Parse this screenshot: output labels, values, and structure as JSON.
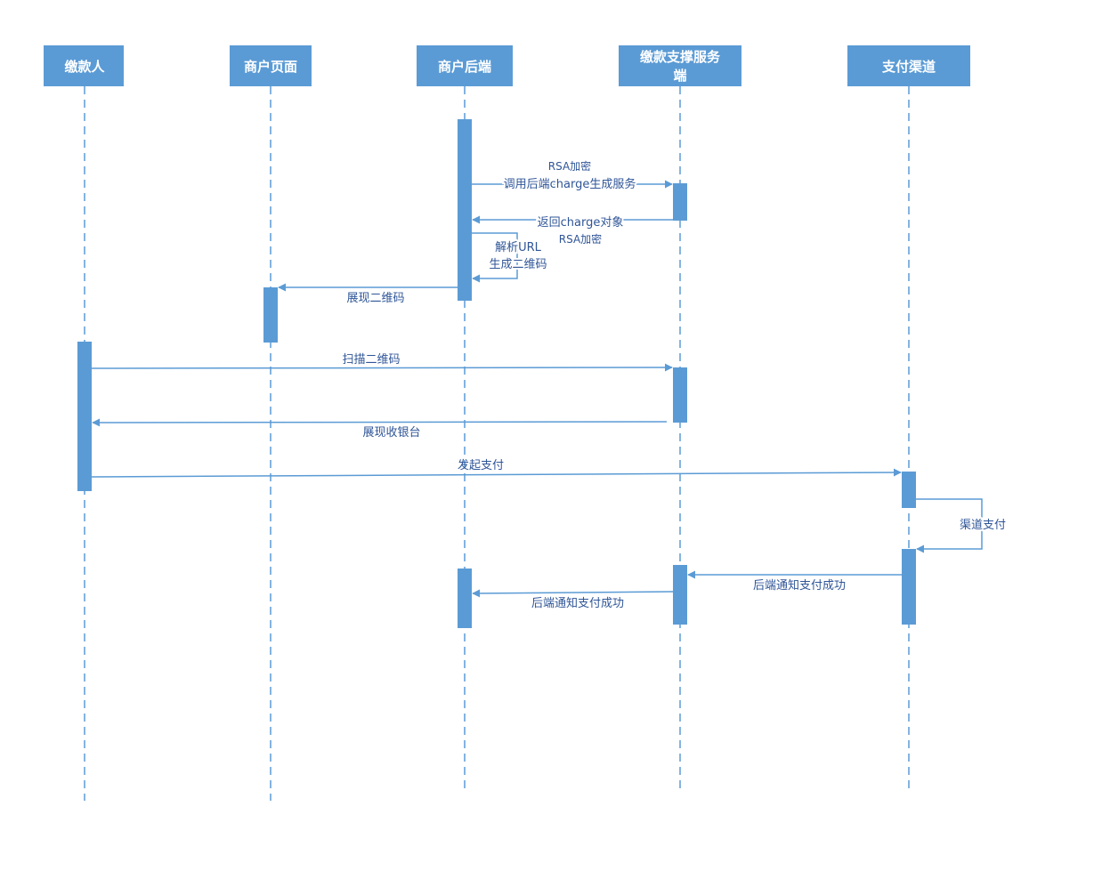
{
  "actors": [
    {
      "id": "payer",
      "lines": [
        "缴款人"
      ]
    },
    {
      "id": "merchant_page",
      "lines": [
        "商户页面"
      ]
    },
    {
      "id": "merchant_backend",
      "lines": [
        "商户后端"
      ]
    },
    {
      "id": "payment_service",
      "lines": [
        "缴款支撑服务",
        "端"
      ]
    },
    {
      "id": "payment_channel",
      "lines": [
        "支付渠道"
      ]
    }
  ],
  "messages": {
    "m1": {
      "from": "商户后端",
      "to": "缴款支撑服务端",
      "label": "调用后端charge生成服务",
      "note": "RSA加密"
    },
    "m2": {
      "from": "缴款支撑服务端",
      "to": "商户后端",
      "label": "返回charge对象",
      "note": "RSA加密"
    },
    "m3": {
      "from": "商户后端",
      "to": "商户后端",
      "label_line1": "解析URL",
      "label_line2": "生成二维码"
    },
    "m4": {
      "from": "商户后端",
      "to": "商户页面",
      "label": "展现二维码"
    },
    "m5": {
      "from": "缴款人",
      "to": "缴款支撑服务端",
      "label": "扫描二维码"
    },
    "m6": {
      "from": "缴款支撑服务端",
      "to": "缴款人",
      "label": "展现收银台"
    },
    "m7": {
      "from": "缴款人",
      "to": "支付渠道",
      "label": "发起支付"
    },
    "m8": {
      "from": "支付渠道",
      "to": "支付渠道",
      "label": "渠道支付"
    },
    "m9": {
      "from": "支付渠道",
      "to": "缴款支撑服务端",
      "label": "后端通知支付成功"
    },
    "m10": {
      "from": "缴款支撑服务端",
      "to": "商户后端",
      "label": "后端通知支付成功"
    }
  },
  "colors": {
    "primary": "#5b9bd5",
    "label": "#2f5597",
    "actor_text": "#ffffff"
  }
}
